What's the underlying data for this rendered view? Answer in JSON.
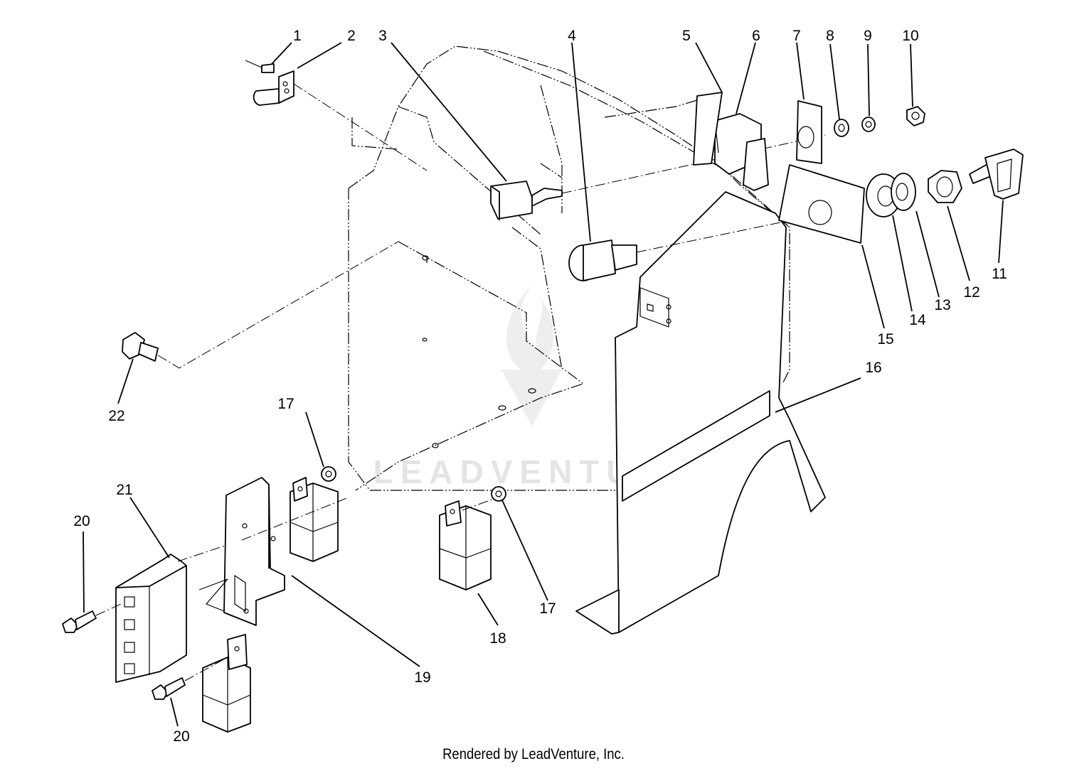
{
  "footer": {
    "credit": "Rendered by LeadVenture, Inc."
  },
  "watermark": {
    "text": "LEADVENTURE",
    "color": "#e4e4e4"
  },
  "callouts": {
    "c1": "1",
    "c2": "2",
    "c3": "3",
    "c4": "4",
    "c5": "5",
    "c6": "6",
    "c7": "7",
    "c8": "8",
    "c9": "9",
    "c10": "10",
    "c11": "11",
    "c12": "12",
    "c13": "13",
    "c14": "14",
    "c15": "15",
    "c16": "16",
    "c17a": "17",
    "c17b": "17",
    "c18": "18",
    "c19": "19",
    "c20a": "20",
    "c20b": "20",
    "c21": "21",
    "c22": "22"
  }
}
